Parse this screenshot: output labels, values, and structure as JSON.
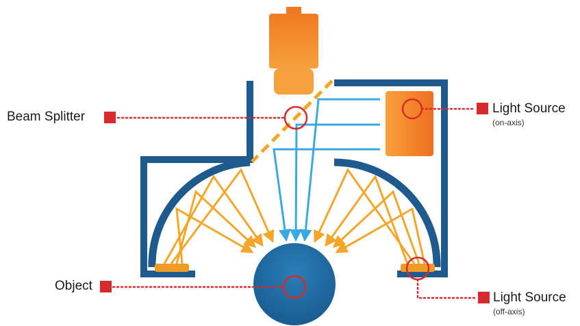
{
  "labels": {
    "beam_splitter": "Beam Splitter",
    "object": "Object",
    "light_source_on": "Light Source",
    "light_source_on_sub": "(on-axis)",
    "light_source_off": "Light Source",
    "light_source_off_sub": "(off-axis)"
  },
  "colors": {
    "housing": "#1f5a8f",
    "camera": "#f07a22",
    "light_ray_on_axis": "#39a9e0",
    "light_ray_off_axis": "#f4a62a",
    "marker": "#d72b2b",
    "object": "#1f6aa1"
  },
  "icons": {
    "camera": "camera-icon",
    "marker": "square-marker-icon"
  }
}
